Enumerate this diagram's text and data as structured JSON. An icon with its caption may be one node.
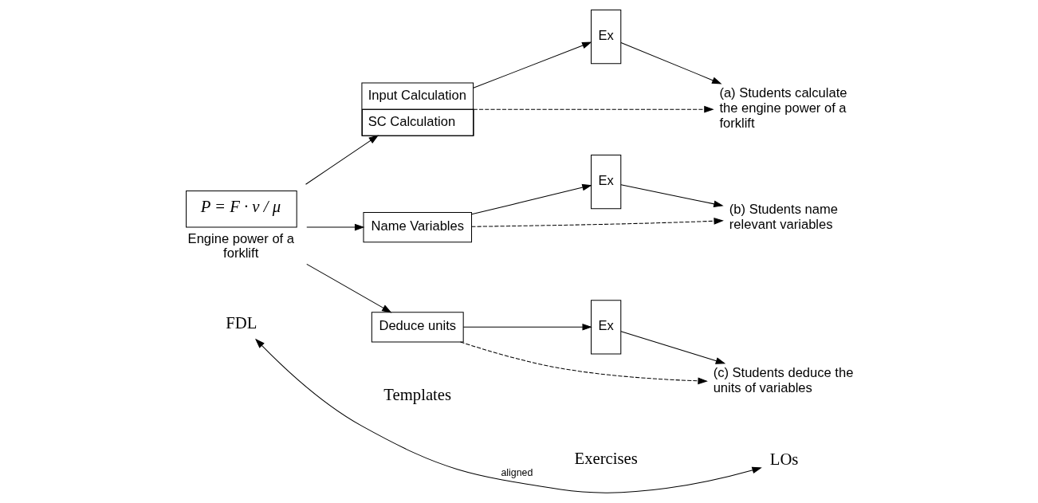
{
  "diagram": {
    "nodes": [
      {
        "text": [
          "FDL"
        ]
      },
      {
        "text": [
          "LOs"
        ]
      },
      {
        "text": [
          "P = F · v / μ"
        ],
        "beside": [
          "Engine power of a forklift"
        ]
      },
      {
        "text": [
          "Input Calculation",
          "SC Calculation"
        ]
      },
      {
        "text": [
          "Name Variables"
        ]
      },
      {
        "text": [
          "Deduce units"
        ]
      },
      {
        "text": [
          "Ex"
        ]
      },
      {
        "text": [
          "Ex"
        ]
      },
      {
        "text": [
          "Ex"
        ]
      },
      {
        "text": [
          "(a) Students calculate the engine power of a forklift"
        ]
      },
      {
        "text": [
          "(b) Students name relevant variables"
        ]
      },
      {
        "text": [
          "(c) Students deduce the units of variables"
        ]
      }
    ],
    "edges": [
      {
        "from": 0,
        "to": 1,
        "arrow": "both",
        "label": "aligned"
      },
      {
        "from": 2,
        "to": 3,
        "arrow": "to"
      },
      {
        "from": 2,
        "to": 4,
        "arrow": "to"
      },
      {
        "from": 2,
        "to": 5,
        "arrow": "to"
      },
      {
        "from": 3,
        "to": 9,
        "arrow": "to",
        "style": "dashed"
      },
      {
        "from": 3,
        "to": 6,
        "arrow": "to"
      },
      {
        "from": 6,
        "to": 9,
        "arrow": "to"
      },
      {
        "from": 4,
        "to": 10,
        "arrow": "to",
        "style": "dashed"
      },
      {
        "from": 4,
        "to": 7,
        "arrow": "to"
      },
      {
        "from": 7,
        "to": 10,
        "arrow": "to"
      },
      {
        "from": 5,
        "to": 11,
        "arrow": "to",
        "style": "dashed"
      },
      {
        "from": 5,
        "to": 8,
        "arrow": "to"
      },
      {
        "from": 8,
        "to": 11,
        "arrow": "to"
      }
    ],
    "labels": [
      "Templates",
      "Exercises"
    ]
  }
}
